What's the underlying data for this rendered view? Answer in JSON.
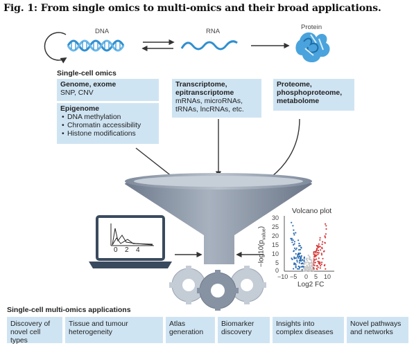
{
  "figure": {
    "title": "Fig. 1: From single omics to multi-omics and their broad applications."
  },
  "flow": {
    "dna_label": "DNA",
    "rna_label": "RNA",
    "protein_label": "Protein"
  },
  "single_cell": {
    "section_label": "Single-cell omics",
    "genome": {
      "title": "Genome, exome",
      "detail": "SNP, CNV"
    },
    "epigenome": {
      "title": "Epigenome",
      "items": [
        "DNA methylation",
        "Chromatin accessibility",
        "Histone modifications"
      ]
    },
    "transcriptome": {
      "title_line1": "Transcriptome,",
      "title_line2": "epitranscriptome",
      "detail_line1": "mRNAs, microRNAs,",
      "detail_line2": "tRNAs, lncRNAs, etc."
    },
    "proteome": {
      "line1": "Proteome,",
      "line2": "phosphoproteome,",
      "line3": "metabolome"
    }
  },
  "laptop_plot": {
    "ticks": [
      "0",
      "2",
      "4"
    ]
  },
  "volcano": {
    "title": "Volcano plot",
    "ylabel_main": "−log10(p",
    "ylabel_sub": "value",
    "ylabel_end": ")",
    "xlabel": "Log2 FC",
    "y_ticks": [
      "30",
      "25",
      "20",
      "15",
      "10",
      "5",
      "0"
    ],
    "x_ticks": [
      "−10",
      "−5",
      "0",
      "5",
      "10"
    ],
    "colors": {
      "down": "#2b6cb0",
      "up": "#d63a3a",
      "ns": "#c8c8c8"
    }
  },
  "applications": {
    "section_label": "Single-cell multi-omics applications",
    "items": [
      {
        "line1": "Discovery of",
        "line2": "novel cell types"
      },
      {
        "line1": "Tissue and tumour",
        "line2": "heterogeneity"
      },
      {
        "line1": "Atlas",
        "line2": "generation"
      },
      {
        "line1": "Biomarker",
        "line2": "discovery"
      },
      {
        "line1": "Insights into",
        "line2": "complex diseases"
      },
      {
        "line1": "Novel pathways",
        "line2": "and networks"
      }
    ]
  },
  "palette": {
    "box_fill": "#cfe4f3",
    "funnel": "#9aa6b6",
    "dna_blue": "#2f8fd0"
  }
}
